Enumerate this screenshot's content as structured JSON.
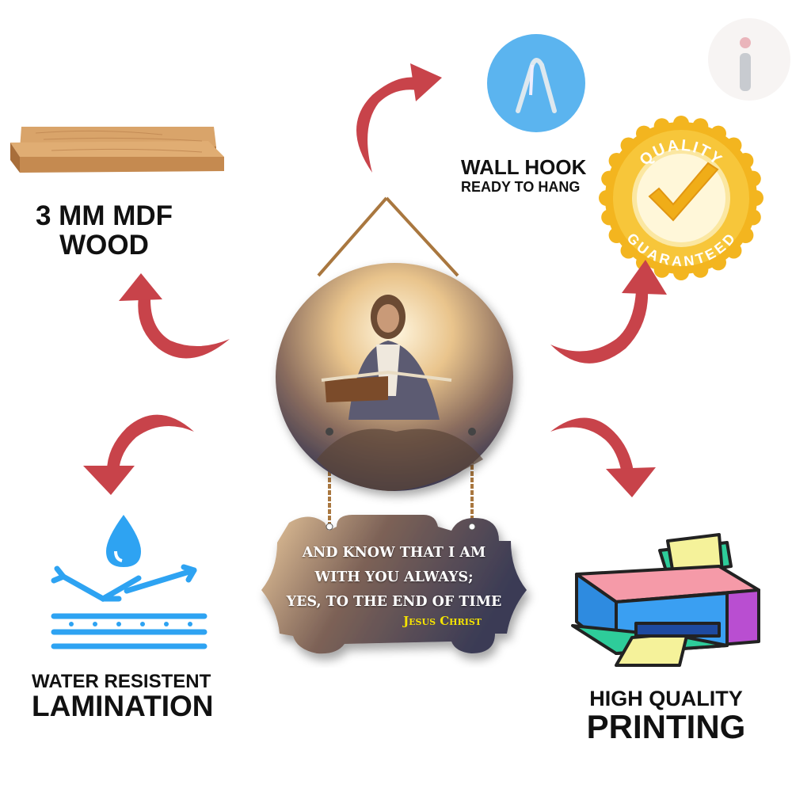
{
  "features": {
    "wood": {
      "line1": "3 MM MDF",
      "line2": "WOOD"
    },
    "hook": {
      "line1": "WALL HOOK",
      "line2": "READY TO HANG"
    },
    "quality_badge": {
      "top": "QUALITY",
      "bottom": "GUARANTEED"
    },
    "lamination": {
      "line1": "WATER RESISTENT",
      "line2": "LAMINATION"
    },
    "printing": {
      "line1": "HIGH QUALITY",
      "line2": "PRINTING"
    }
  },
  "product": {
    "quote_lines": [
      "AND KNOW THAT I AM",
      "WITH YOU ALWAYS;",
      "YES, TO THE END OF TIME"
    ],
    "author": "Jesus Christ"
  },
  "colors": {
    "arrow": "#c8434a",
    "badge": "#f2b21c",
    "hook": "#5bb4ef",
    "water": "#2ea3f2"
  }
}
